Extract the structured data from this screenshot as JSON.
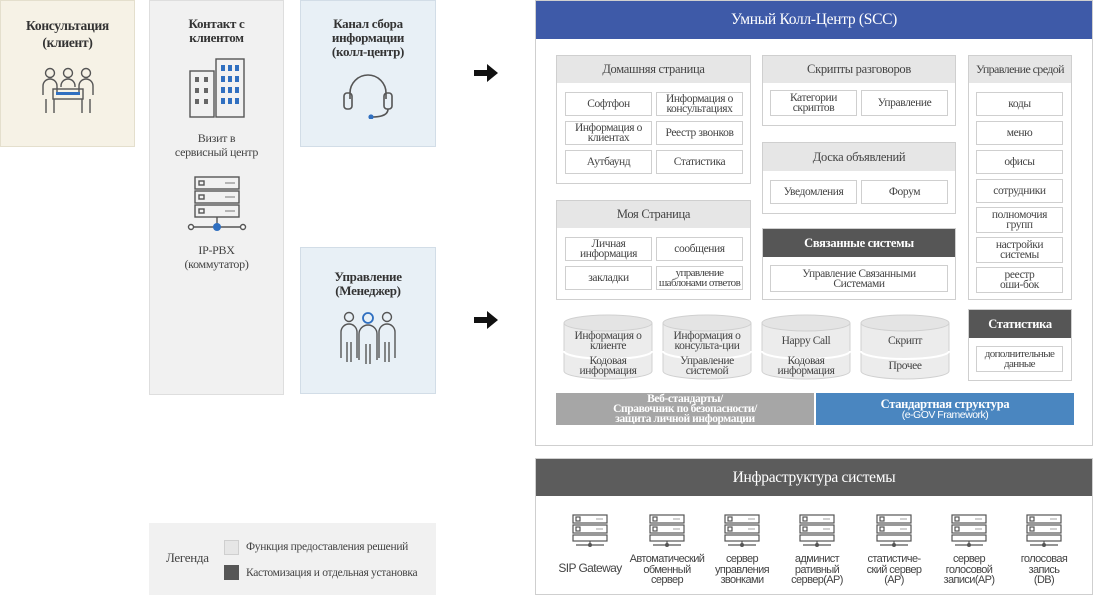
{
  "left": {
    "consult": {
      "title": "Консультация\n(клиент)"
    },
    "contact": {
      "title": "Контакт с\nклиентом",
      "building_caption": "Визит в\nсервисный центр",
      "ipbx_caption": "IP-PBX\n(коммутатор)"
    },
    "channel": {
      "title": "Канал сбора\nинформации\n(колл-центр)"
    },
    "manager": {
      "title": "Управление\n(Менеджер)"
    }
  },
  "legend": {
    "label": "Легенда",
    "items": [
      {
        "text": "Функция предоставления решений",
        "color": "#e6e6e6"
      },
      {
        "text": "Кастомизация и отдельная установка",
        "color": "#565656"
      }
    ]
  },
  "scc": {
    "title": "Умный Колл-Центр (SCC)",
    "home": {
      "title": "Домашняя страница",
      "items": [
        "Софтфон",
        "Информация о\nконсультациях",
        "Информация о\nклиентах",
        "Реестр звонков",
        "Аутбаунд",
        "Статистика"
      ]
    },
    "scripts": {
      "title": "Скрипты разговоров",
      "items": [
        "Категории\nскриптов",
        "Управление"
      ]
    },
    "board": {
      "title": "Доска объявлений",
      "items": [
        "Уведомления",
        "Форум"
      ]
    },
    "related": {
      "title": "Связанные системы",
      "items": [
        "Управление Связанными\nСистемами"
      ]
    },
    "env": {
      "title": "Управление средой",
      "items": [
        "коды",
        "меню",
        "офисы",
        "сотрудники",
        "полномочия\nгрупп",
        "настройки\nсистемы",
        "реестр\nоши-бок"
      ]
    },
    "mypage": {
      "title": "Моя Страница",
      "items": [
        "Личная\nинформация",
        "сообщения",
        "закладки",
        "управление\nшаблонами ответов"
      ]
    },
    "stats": {
      "title": "Статистика",
      "items": [
        "дополнительные\nданные"
      ]
    },
    "databases": [
      {
        "top": "Информация о\nклиенте",
        "bottom": "Кодовая\nинформация"
      },
      {
        "top": "Информация о\nконсульта-ции",
        "bottom": "Управление\nсистемой"
      },
      {
        "top": "Happy Call",
        "bottom": "Кодовая\nинформация"
      },
      {
        "top": "Скрипт",
        "bottom": "Прочее"
      }
    ],
    "footer_left": "Веб-стандарты/\nСправочник по безопасности/\nзащита личной информации",
    "footer_right_title": "Стандартная структура",
    "footer_right_sub": "(e-GOV Framework)"
  },
  "infra": {
    "title": "Инфраструктура системы",
    "servers": [
      "SIP Gateway",
      "Автоматический\nобменный\nсервер",
      "сервер\nуправления\nзвонками",
      "админист\nративный\nсервер(AP)",
      "статистиче-\nский сервер\n(AP)",
      "сервер\nголосовой\nзаписи(AP)",
      "голосовая\nзапись\n(DB)"
    ]
  },
  "colors": {
    "scc_header": "#3e5aa8",
    "infra_header": "#5c5c5c",
    "footer_left": "#a6a6a6",
    "footer_right": "#4a86c0",
    "dark_header": "#565656",
    "channel_bg": "#e8f0f6",
    "consult_bg": "#f6f2e6",
    "contact_bg": "#f1f1f1"
  }
}
